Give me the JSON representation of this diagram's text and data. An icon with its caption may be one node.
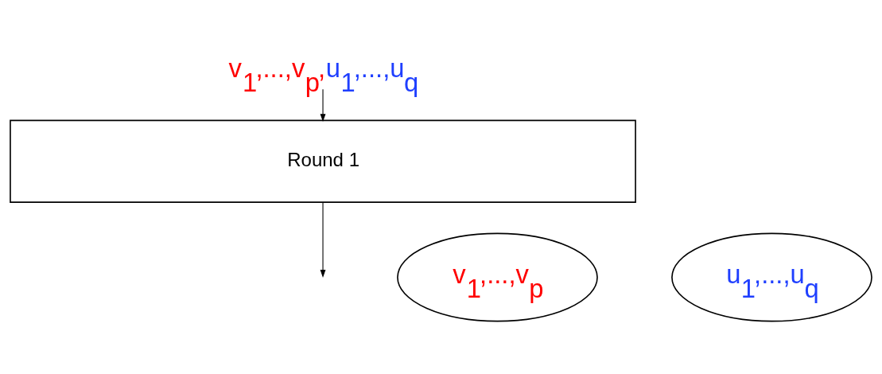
{
  "diagram": {
    "nodes": [
      {
        "text": [
          "v$_{1}$,...,v$_{p}$,u$_{1}$,...,u$_{q}$"
        ]
      },
      {
        "text": [
          "Round 1"
        ]
      },
      {
        "text": [
          "v$_{1}$,...,v$_{p}$"
        ]
      },
      {
        "text": [
          "u$_{1}$,...,u$_{q}$"
        ]
      }
    ],
    "edges": [
      {
        "from": 0,
        "to": 1,
        "arrow": "to"
      },
      {
        "from": 1,
        "to": null,
        "arrow": "to"
      }
    ]
  }
}
